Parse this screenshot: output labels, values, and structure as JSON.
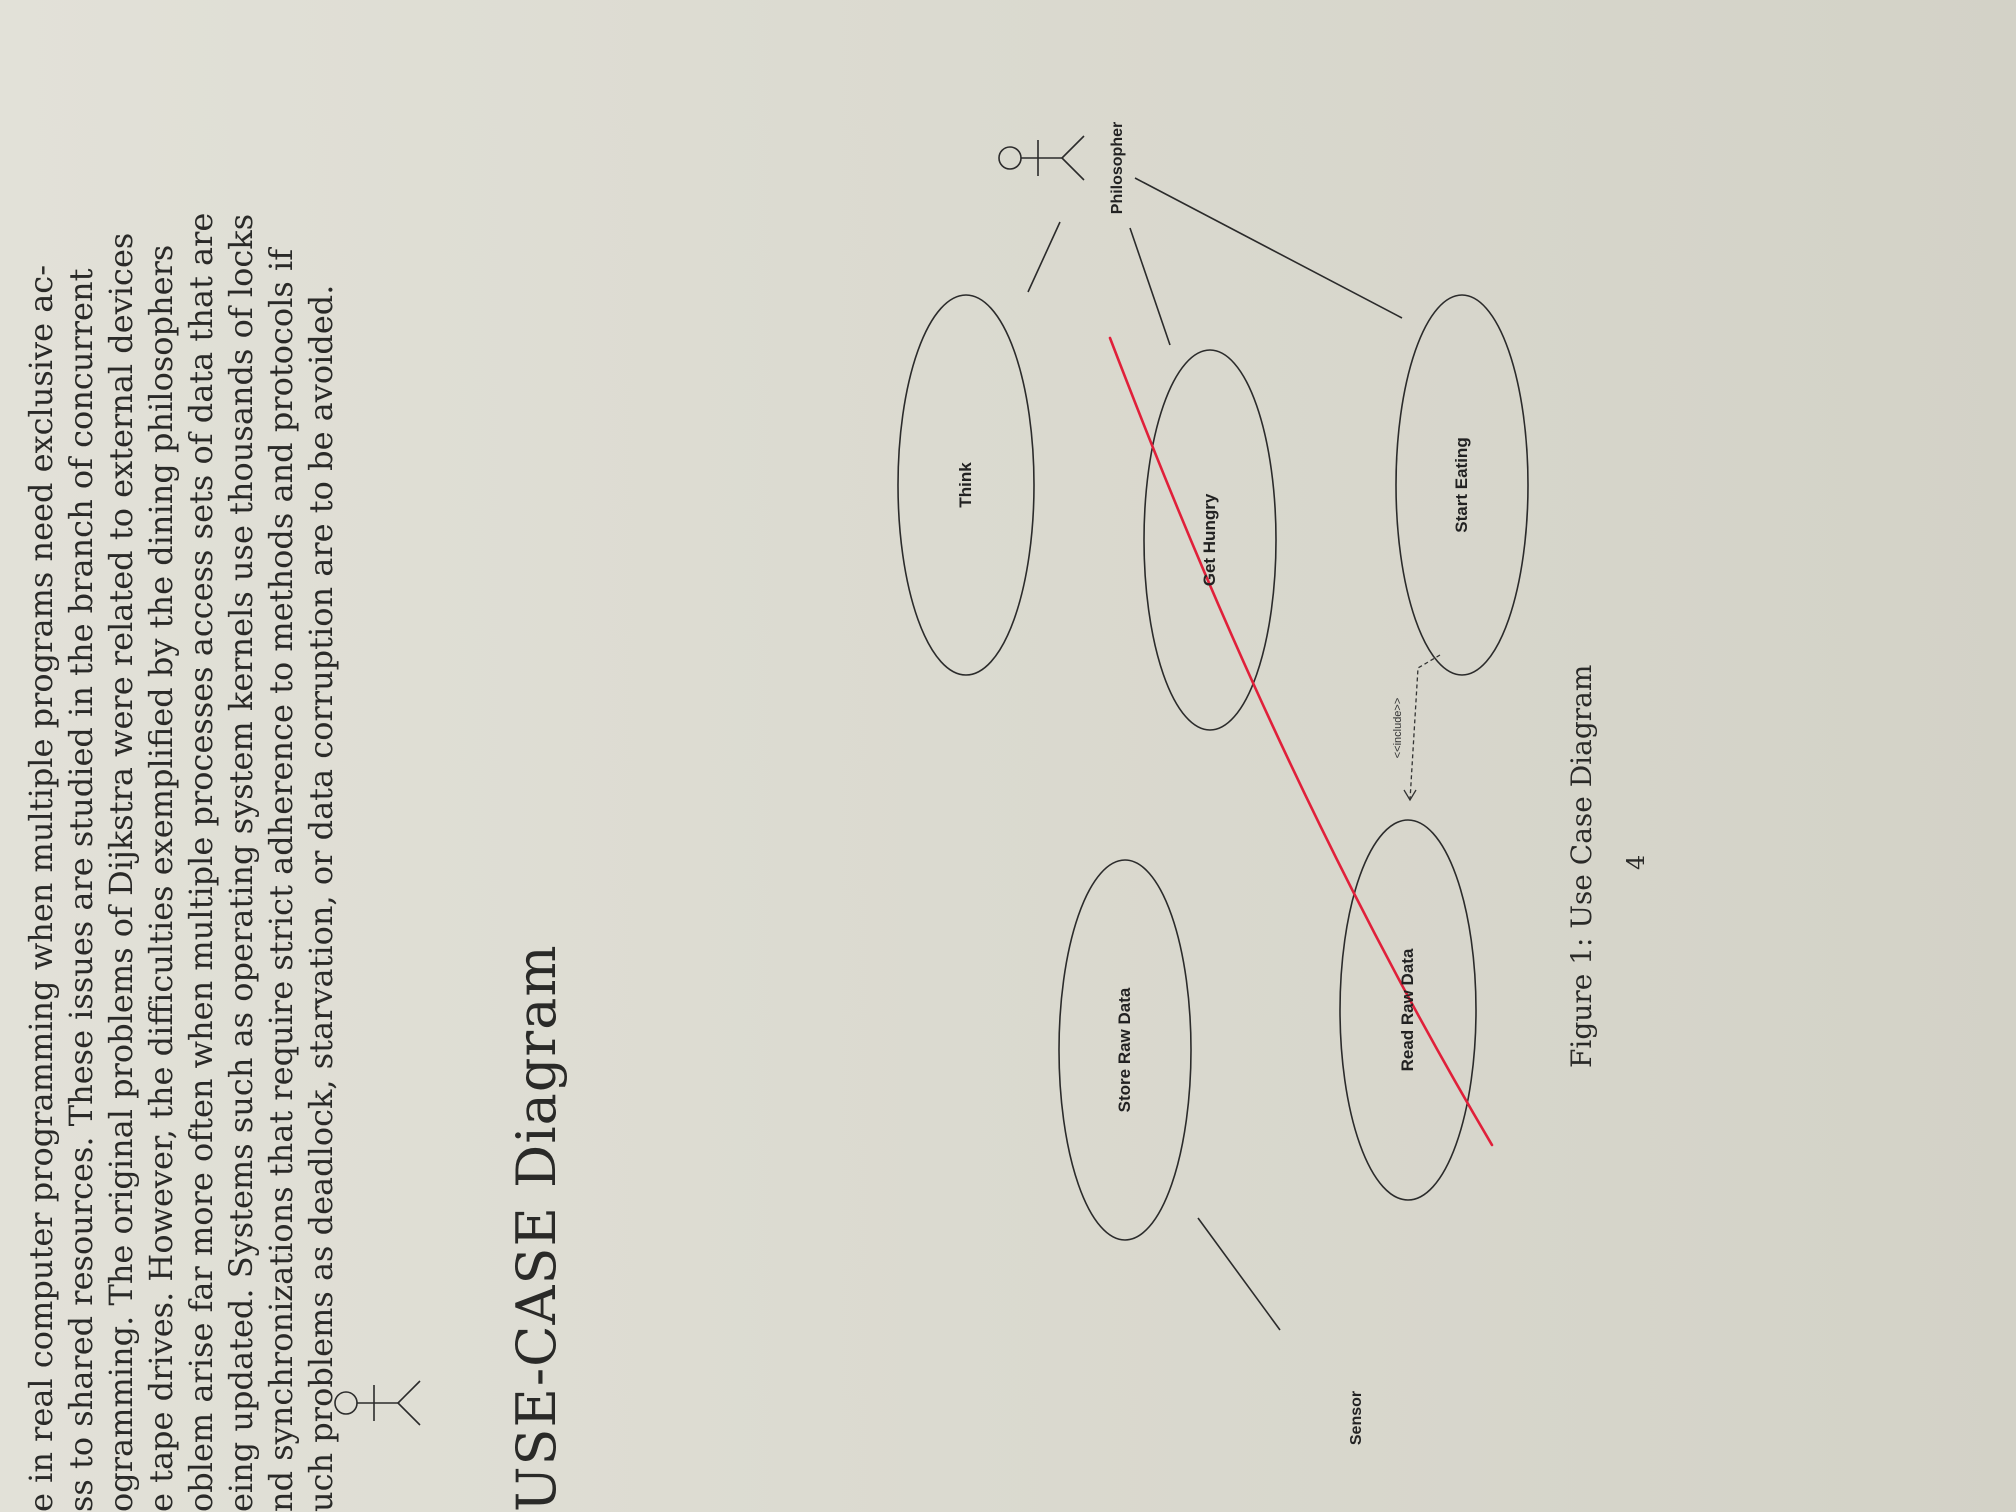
{
  "paragraph": {
    "lines": [
      "e in real computer programming when multiple programs need exclusive ac-",
      "ss to shared resources. These issues are studied in the branch of concurrent",
      "ogramming. The original problems of Dijkstra were related to external devices",
      "e tape drives. However, the difficulties exemplified by the dining philosophers",
      "oblem arise far more often when multiple processes access sets of data that are",
      "eing updated. Systems such as operating system kernels use thousands of locks",
      "nd synchronizations that require strict adherence to methods and protocols if",
      "uch problems as deadlock, starvation, or data corruption are to be avoided."
    ]
  },
  "heading": "USE-CASE Diagram",
  "diagram": {
    "actors": {
      "sensor": "Sensor",
      "philosopher": "Philosopher"
    },
    "use_cases": {
      "store_raw_data": "Store Raw Data",
      "read_raw_data": "Read Raw Data",
      "think": "Think",
      "get_hungry": "Get Hungry",
      "start_eating": "Start Eating"
    },
    "include_label": "<<include>>",
    "annotation_color": "#e0203a"
  },
  "caption": "Figure 1: Use Case Diagram",
  "page_number": "4"
}
